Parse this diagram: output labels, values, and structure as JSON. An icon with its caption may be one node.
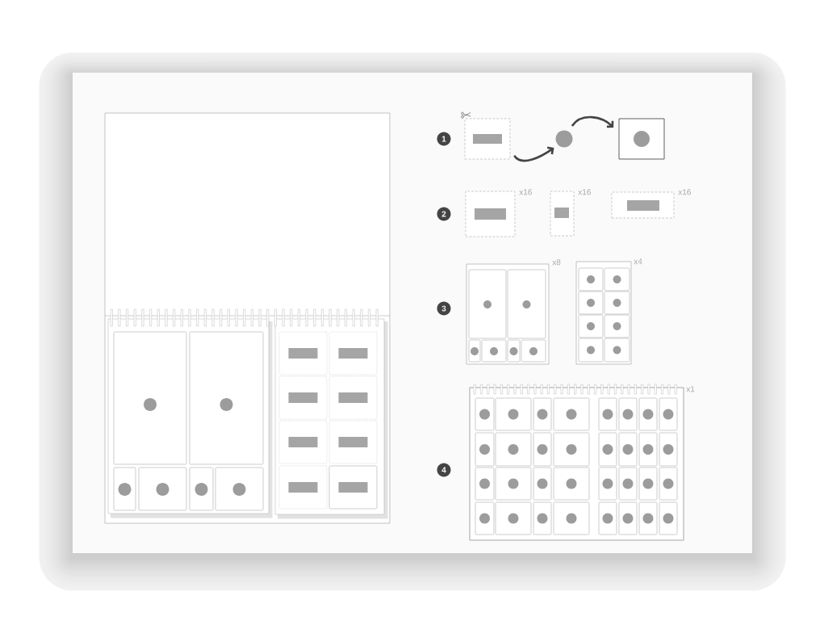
{
  "diagram": {
    "nodes": [
      {
        "text": [],
        "shape": "box"
      },
      {
        "text": [],
        "shape": "box",
        "in": 0
      },
      {
        "text": [],
        "shape": "box",
        "in": 0
      },
      {
        "text": [],
        "shape": "box",
        "in": 1
      },
      {
        "text": [],
        "shape": "box",
        "in": 1
      },
      {
        "text": [],
        "shape": "box",
        "in": 1
      },
      {
        "text": [],
        "shape": "box",
        "in": 1
      },
      {
        "text": [],
        "shape": "box",
        "in": 1
      },
      {
        "text": [],
        "shape": "box",
        "in": 1
      },
      {
        "text": [],
        "shape": "box",
        "in": 2
      },
      {
        "text": [],
        "shape": "box",
        "in": 2
      },
      {
        "text": [],
        "shape": "box",
        "in": 2
      },
      {
        "text": [],
        "shape": "box",
        "in": 2
      },
      {
        "text": [],
        "shape": "box",
        "in": 2
      },
      {
        "text": [],
        "shape": "box",
        "in": 2
      },
      {
        "text": [],
        "shape": "box",
        "in": 2
      },
      {
        "text": [],
        "shape": "box",
        "in": 2
      },
      {
        "text": [
          "1"
        ]
      },
      {
        "text": [],
        "shape": "box"
      },
      {
        "text": [],
        "shape": "circle"
      },
      {
        "text": [],
        "shape": "box"
      },
      {
        "text": [
          "2"
        ]
      },
      {
        "text": [],
        "shape": "box",
        "beside": [
          "x16"
        ]
      },
      {
        "text": [],
        "shape": "box",
        "beside": [
          "x16"
        ]
      },
      {
        "text": [],
        "shape": "box",
        "beside": [
          "x16"
        ]
      },
      {
        "text": [
          "3"
        ]
      },
      {
        "text": [],
        "shape": "box",
        "beside": [
          "x8"
        ]
      },
      {
        "text": [],
        "shape": "box",
        "in": 26
      },
      {
        "text": [],
        "shape": "box",
        "in": 26
      },
      {
        "text": [],
        "shape": "box",
        "in": 26
      },
      {
        "text": [],
        "shape": "box",
        "in": 26
      },
      {
        "text": [],
        "shape": "box",
        "in": 26
      },
      {
        "text": [],
        "shape": "box",
        "in": 26
      },
      {
        "text": [],
        "shape": "box",
        "beside": [
          "x4"
        ]
      },
      {
        "text": [],
        "shape": "box",
        "in": 33
      },
      {
        "text": [],
        "shape": "box",
        "in": 33
      },
      {
        "text": [],
        "shape": "box",
        "in": 33
      },
      {
        "text": [],
        "shape": "box",
        "in": 33
      },
      {
        "text": [],
        "shape": "box",
        "in": 33
      },
      {
        "text": [],
        "shape": "box",
        "in": 33
      },
      {
        "text": [],
        "shape": "box",
        "in": 33
      },
      {
        "text": [],
        "shape": "box",
        "in": 33
      },
      {
        "text": [
          "4"
        ]
      },
      {
        "text": [],
        "shape": "box",
        "beside": [
          "x1"
        ]
      },
      {
        "text": [],
        "shape": "box",
        "in": 43
      },
      {
        "text": [],
        "shape": "box",
        "in": 43
      },
      {
        "text": [],
        "shape": "box",
        "in": 43
      },
      {
        "text": [],
        "shape": "box",
        "in": 43
      },
      {
        "text": [],
        "shape": "box",
        "in": 43
      },
      {
        "text": [],
        "shape": "box",
        "in": 43
      },
      {
        "text": [],
        "shape": "box",
        "in": 43
      },
      {
        "text": [],
        "shape": "box",
        "in": 43
      },
      {
        "text": [],
        "shape": "box",
        "in": 43
      },
      {
        "text": [],
        "shape": "box",
        "in": 43
      },
      {
        "text": [],
        "shape": "box",
        "in": 43
      },
      {
        "text": [],
        "shape": "box",
        "in": 43
      },
      {
        "text": [],
        "shape": "box",
        "in": 43
      },
      {
        "text": [],
        "shape": "box",
        "in": 43
      },
      {
        "text": [],
        "shape": "box",
        "in": 43
      },
      {
        "text": [],
        "shape": "box",
        "in": 43
      },
      {
        "text": [],
        "shape": "box",
        "in": 43
      },
      {
        "text": [],
        "shape": "box",
        "in": 43
      },
      {
        "text": [],
        "shape": "box",
        "in": 43
      },
      {
        "text": [],
        "shape": "box",
        "in": 43
      },
      {
        "text": [],
        "shape": "box",
        "in": 43
      },
      {
        "text": [],
        "shape": "box",
        "in": 43
      },
      {
        "text": [],
        "shape": "box",
        "in": 43
      },
      {
        "text": [],
        "shape": "box",
        "in": 43
      },
      {
        "text": [],
        "shape": "box",
        "in": 43
      },
      {
        "text": [],
        "shape": "box",
        "in": 43
      },
      {
        "text": [],
        "shape": "box",
        "in": 43
      },
      {
        "text": [],
        "shape": "box",
        "in": 43
      },
      {
        "text": [],
        "shape": "box",
        "in": 43
      },
      {
        "text": [],
        "shape": "box",
        "in": 43
      },
      {
        "text": [],
        "shape": "box",
        "in": 43
      },
      {
        "text": [],
        "shape": "box",
        "in": 43
      }
    ],
    "edges": [
      {
        "from": 18,
        "to": 19,
        "arrow": "to"
      },
      {
        "from": 19,
        "to": 20,
        "arrow": "to"
      }
    ]
  }
}
